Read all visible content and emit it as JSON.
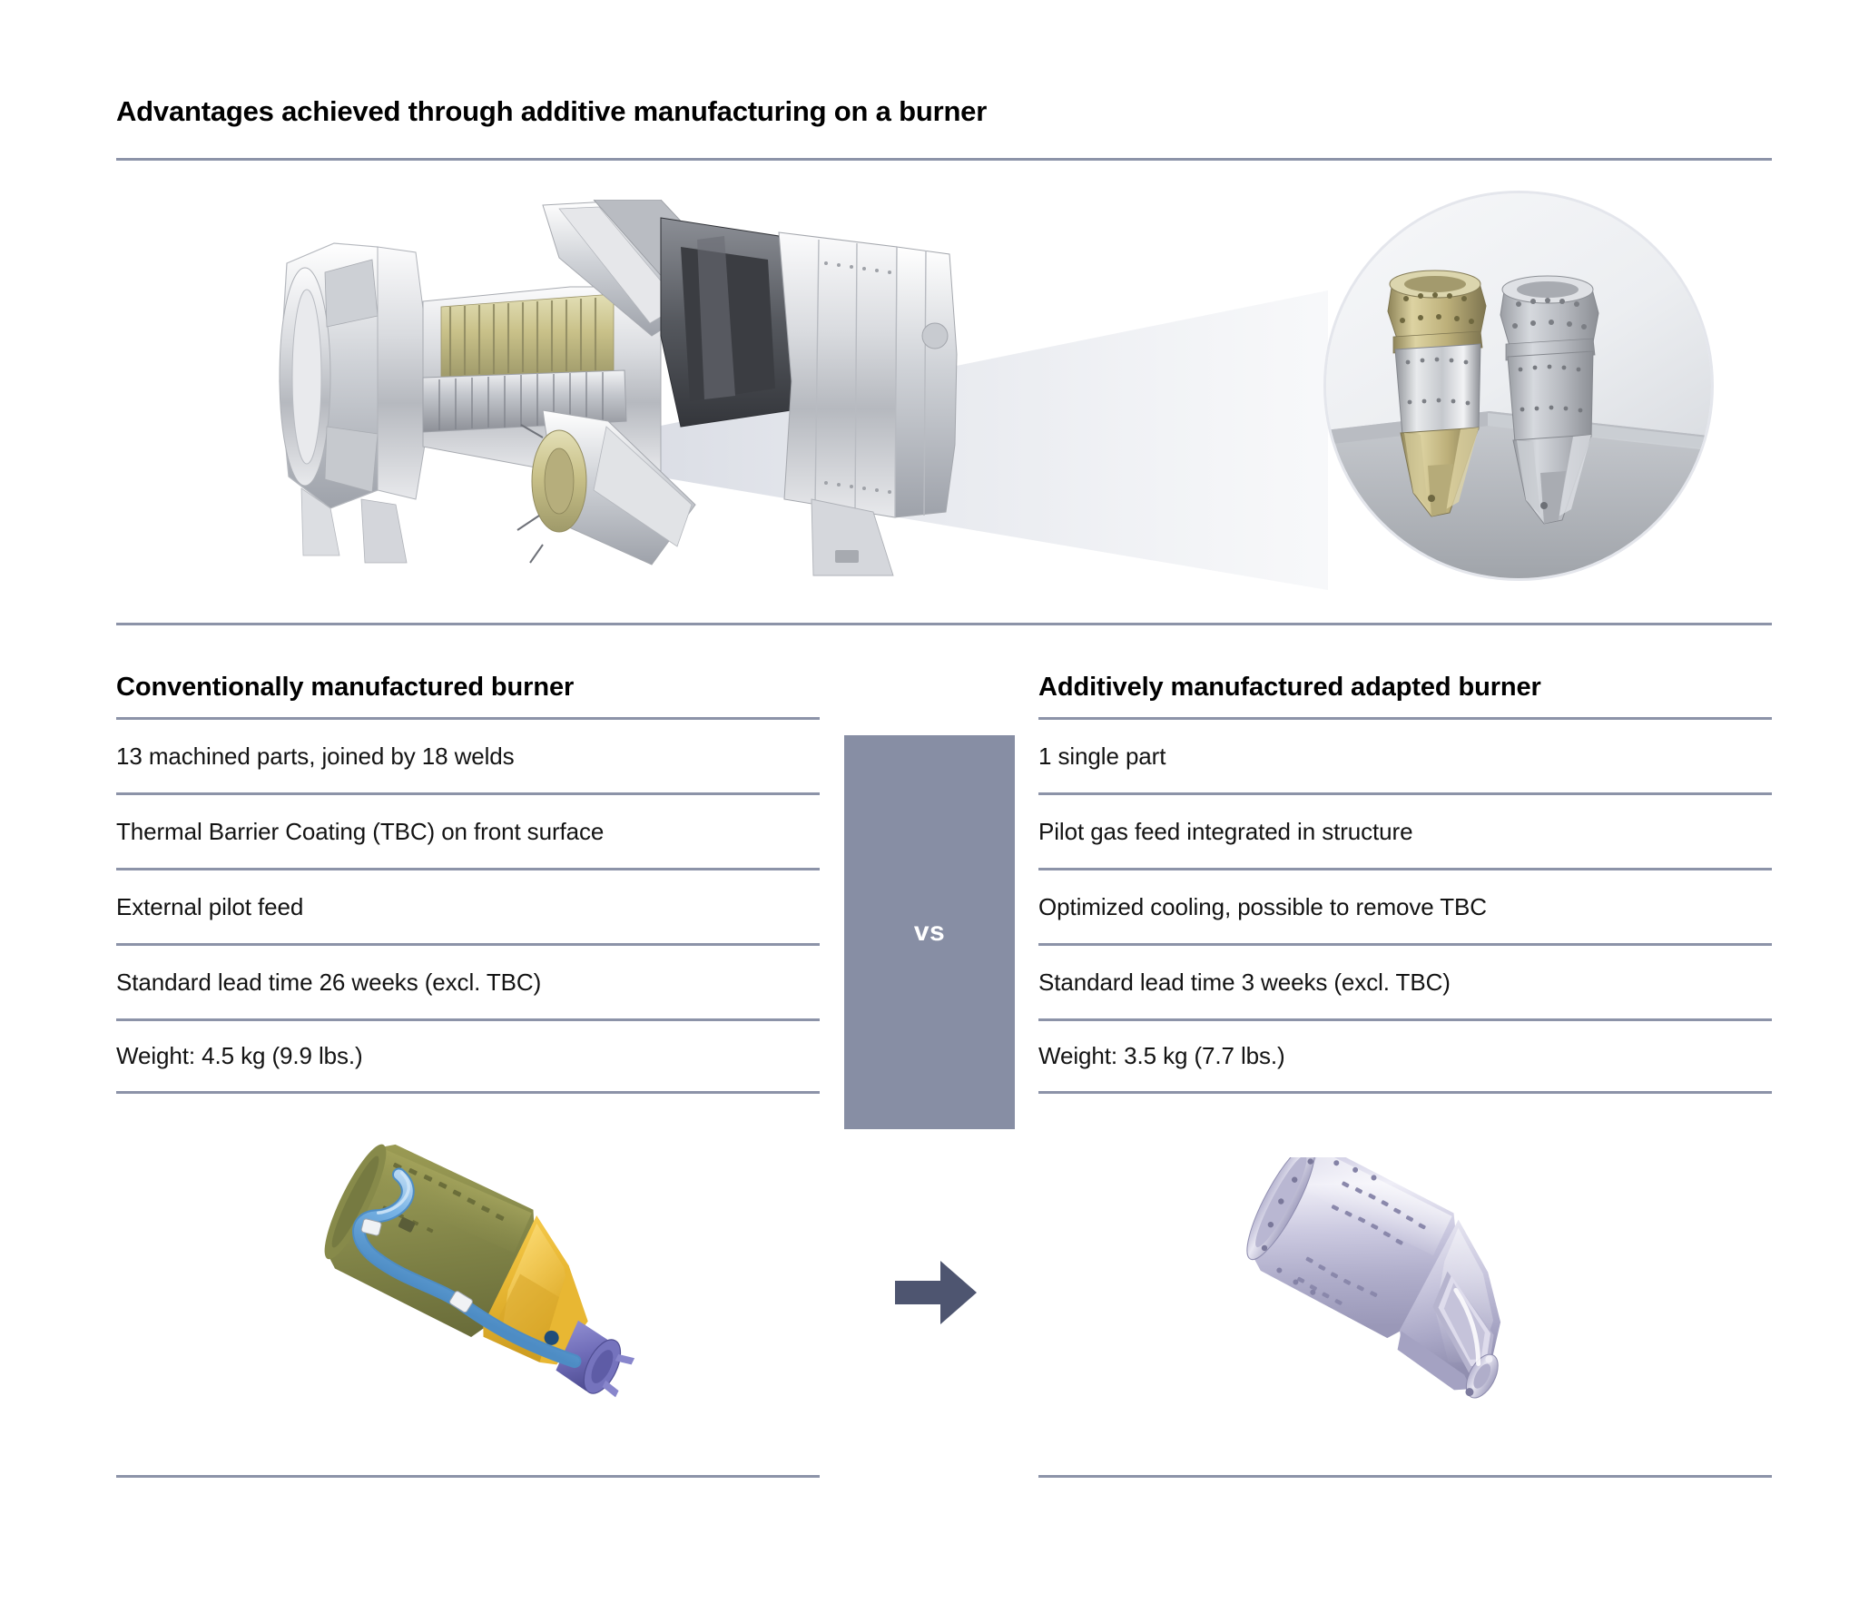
{
  "page": {
    "title": "Advantages achieved through additive manufacturing on a burner",
    "background_color": "#ffffff",
    "rule_color": "#8c93a8",
    "accent_color": "#878ea4",
    "arrow_color": "#4e5570"
  },
  "hero": {
    "turbine_image_name": "gas-turbine-cutaway",
    "light_cone_name": "callout-light-cone",
    "circle_inset_name": "burner-nozzles-photo",
    "circle_inset_caption": ""
  },
  "comparison": {
    "divider_label": "vs",
    "left": {
      "heading": "Conventionally manufactured burner",
      "items": [
        "13 machined parts, joined by 18 welds",
        "Thermal Barrier Coating (TBC) on front surface",
        "External pilot feed",
        "Standard lead time 26 weeks (excl. TBC)",
        "Weight: 4.5 kg (9.9 lbs.)"
      ],
      "model_image_name": "conventional-burner-cad-model"
    },
    "right": {
      "heading": "Additively manufactured adapted burner",
      "items": [
        "1 single part",
        "Pilot gas feed integrated in structure",
        "Optimized cooling, possible to remove TBC",
        "Standard lead time 3 weeks (excl. TBC)",
        "Weight: 3.5 kg (7.7 lbs.)"
      ],
      "model_image_name": "additive-burner-cad-model"
    },
    "transition_icon": "arrow-right-icon"
  }
}
